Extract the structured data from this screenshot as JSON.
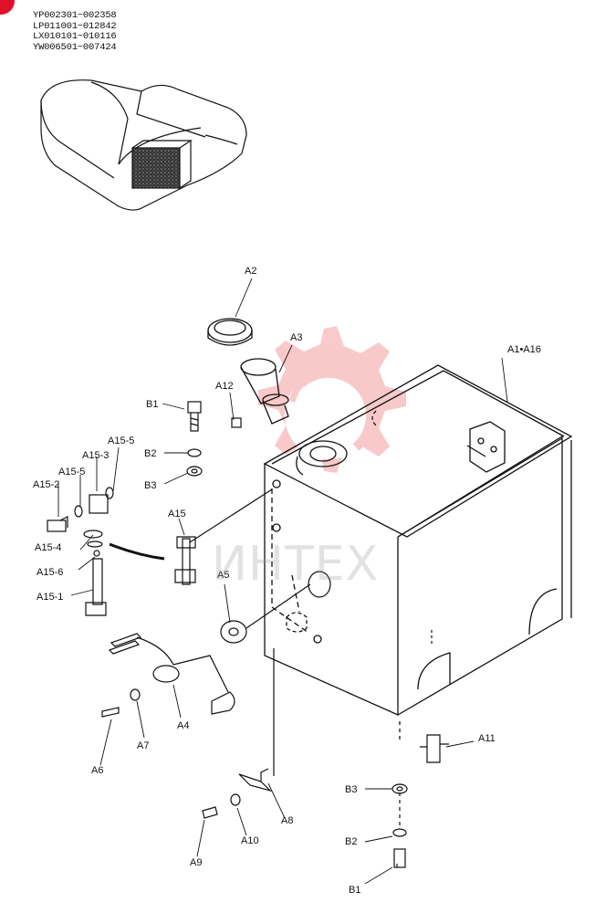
{
  "serial_ranges": [
    "YP002301~002358",
    "LP011001~012842",
    "LX010101~010116",
    "YW006501~007424"
  ],
  "watermark": "ИНТЕХ",
  "callouts": {
    "a1": "A1•A16",
    "a2": "A2",
    "a3": "A3",
    "a4": "A4",
    "a5": "A5",
    "a6": "A6",
    "a7": "A7",
    "a8": "A8",
    "a9": "A9",
    "a10": "A10",
    "a11": "A11",
    "a12": "A12",
    "a15": "A15",
    "a15_1": "A15-1",
    "a15_2": "A15-2",
    "a15_3": "A15-3",
    "a15_4": "A15-4",
    "a15_5": "A15-5",
    "a15_6": "A15-6",
    "b1": "B1",
    "b2": "B2",
    "b3": "B3"
  },
  "colors": {
    "line": "#111111",
    "watermark": "#f08a8a",
    "accent": "#e0102a"
  }
}
